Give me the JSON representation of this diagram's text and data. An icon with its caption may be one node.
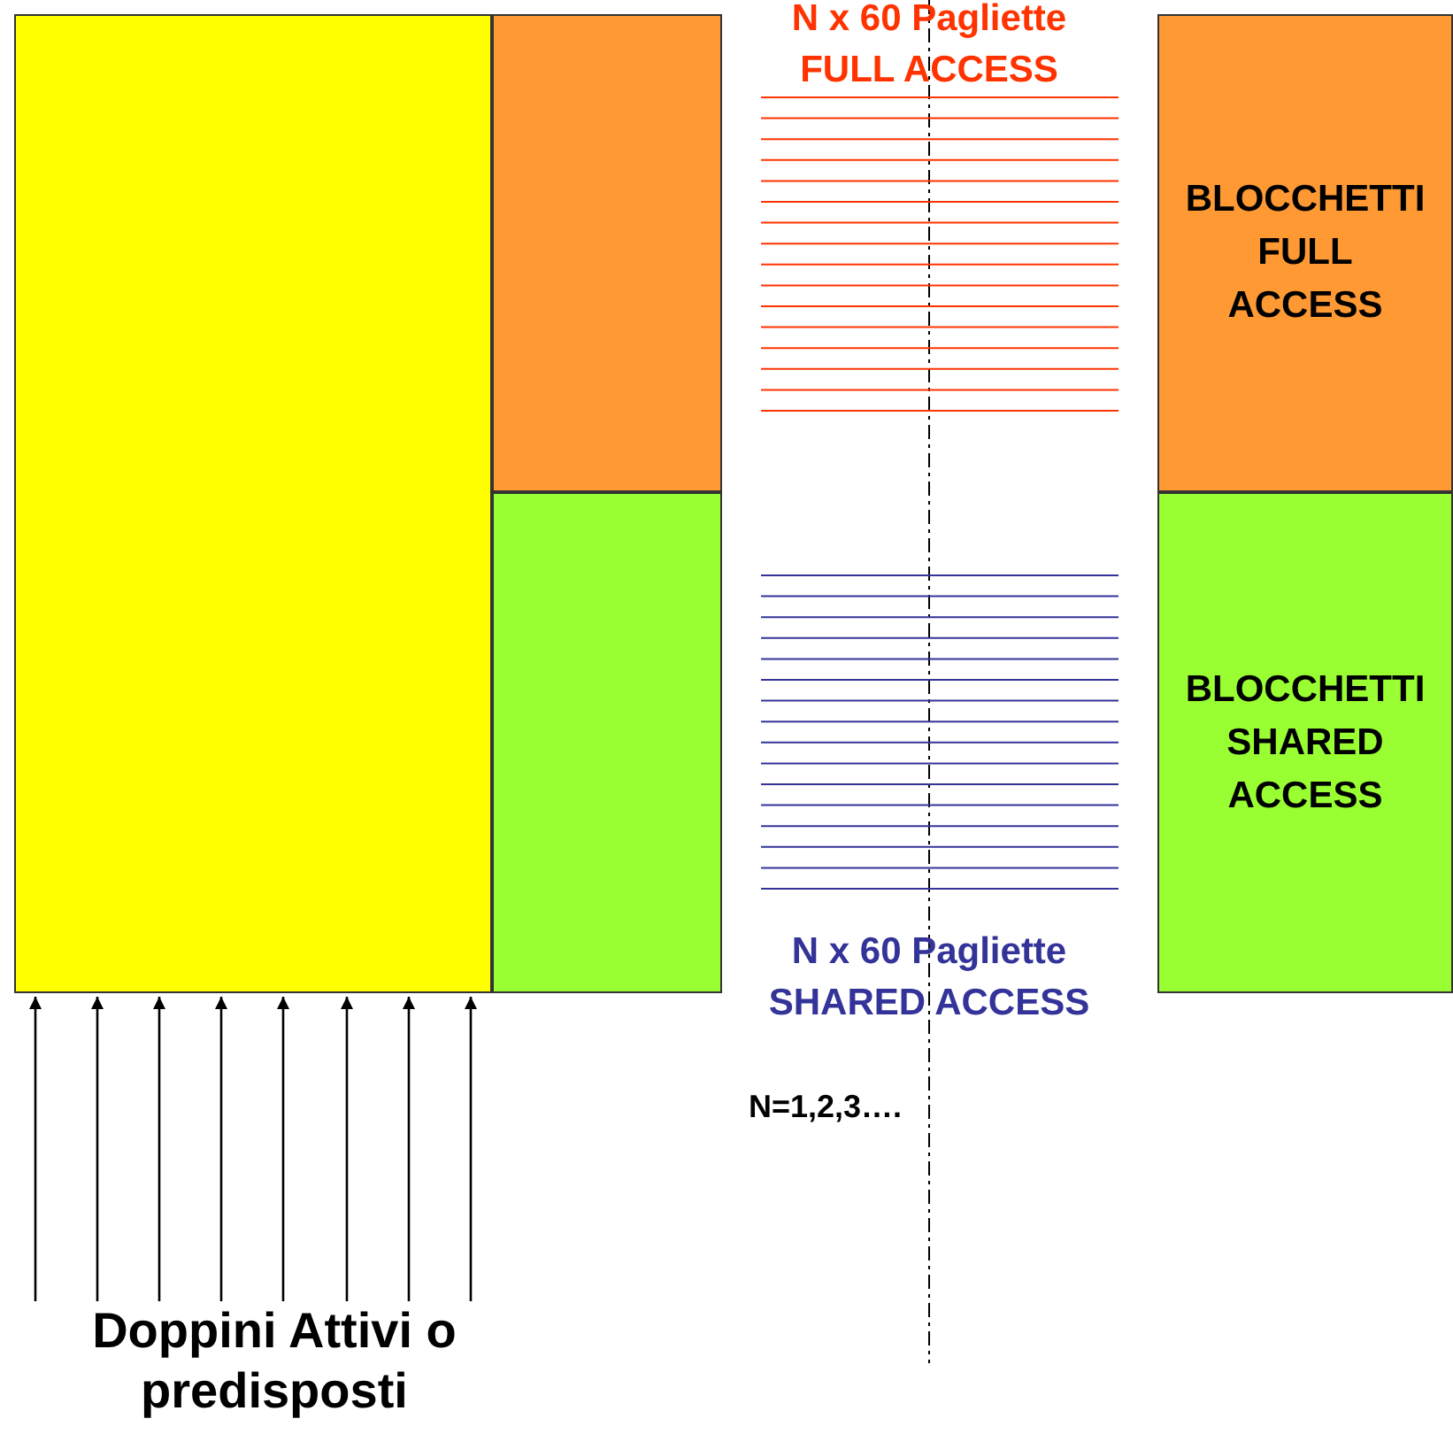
{
  "diagram": {
    "nodes": [
      {
        "text": [],
        "shape": "box"
      },
      {
        "text": [],
        "shape": "box"
      },
      {
        "text": [],
        "shape": "box"
      },
      {
        "text": [
          "BLOCCHETTI FULL ACCESS"
        ]
      },
      {
        "text": [
          "BLOCCHETTI SHARED ACCESS"
        ]
      },
      {
        "text": [
          "Doppini Attivi o predisposti"
        ]
      }
    ],
    "edges": [
      {
        "from": 5,
        "to": 0,
        "arrow": "to"
      },
      {
        "from": 5,
        "to": 0,
        "arrow": "to"
      },
      {
        "from": 5,
        "to": 0,
        "arrow": "to"
      },
      {
        "from": 5,
        "to": 0,
        "arrow": "to"
      },
      {
        "from": 5,
        "to": 0,
        "arrow": "to"
      },
      {
        "from": 5,
        "to": 0,
        "arrow": "to"
      },
      {
        "from": 5,
        "to": 0,
        "arrow": "to"
      },
      {
        "from": 5,
        "to": 0,
        "arrow": "to"
      }
    ],
    "labels": [
      "N x 60 Pagliette FULL ACCESS",
      "N x 60 Pagliette SHARED ACCESS",
      "N=1,2,3…."
    ]
  }
}
